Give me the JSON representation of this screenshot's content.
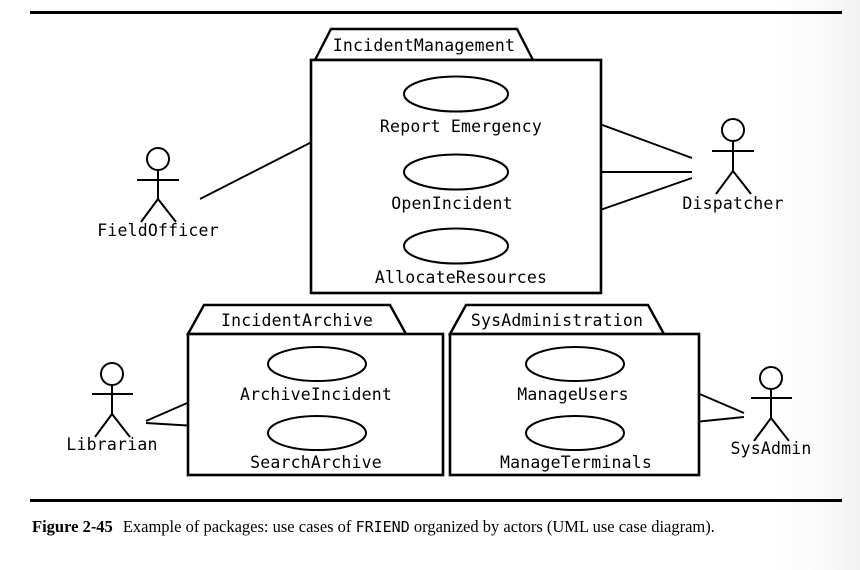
{
  "figure": {
    "number": "Figure 2-45",
    "caption_before": "Example of packages: use cases of ",
    "caption_mono": "FRIEND",
    "caption_after": " organized by actors (UML use case diagram)."
  },
  "colors": {
    "ink": "#000000",
    "paper": "#ffffff"
  },
  "packages": [
    {
      "id": "incident-management",
      "name": "IncidentManagement",
      "use_cases": [
        {
          "id": "report-emergency",
          "name": "Report Emergency"
        },
        {
          "id": "open-incident",
          "name": "OpenIncident"
        },
        {
          "id": "allocate-resources",
          "name": "AllocateResources"
        }
      ]
    },
    {
      "id": "incident-archive",
      "name": "IncidentArchive",
      "use_cases": [
        {
          "id": "archive-incident",
          "name": "ArchiveIncident"
        },
        {
          "id": "search-archive",
          "name": "SearchArchive"
        }
      ]
    },
    {
      "id": "sys-administration",
      "name": "SysAdministration",
      "use_cases": [
        {
          "id": "manage-users",
          "name": "ManageUsers"
        },
        {
          "id": "manage-terminals",
          "name": "ManageTerminals"
        }
      ]
    }
  ],
  "actors": [
    {
      "id": "field-officer",
      "name": "FieldOfficer"
    },
    {
      "id": "dispatcher",
      "name": "Dispatcher"
    },
    {
      "id": "librarian",
      "name": "Librarian"
    },
    {
      "id": "sys-admin",
      "name": "SysAdmin"
    }
  ],
  "associations": [
    {
      "actor": "FieldOfficer",
      "use_case": "Report Emergency"
    },
    {
      "actor": "Dispatcher",
      "use_case": "Report Emergency"
    },
    {
      "actor": "Dispatcher",
      "use_case": "OpenIncident"
    },
    {
      "actor": "Dispatcher",
      "use_case": "AllocateResources"
    },
    {
      "actor": "Librarian",
      "use_case": "ArchiveIncident"
    },
    {
      "actor": "Librarian",
      "use_case": "SearchArchive"
    },
    {
      "actor": "SysAdmin",
      "use_case": "ManageUsers"
    },
    {
      "actor": "SysAdmin",
      "use_case": "ManageTerminals"
    }
  ]
}
